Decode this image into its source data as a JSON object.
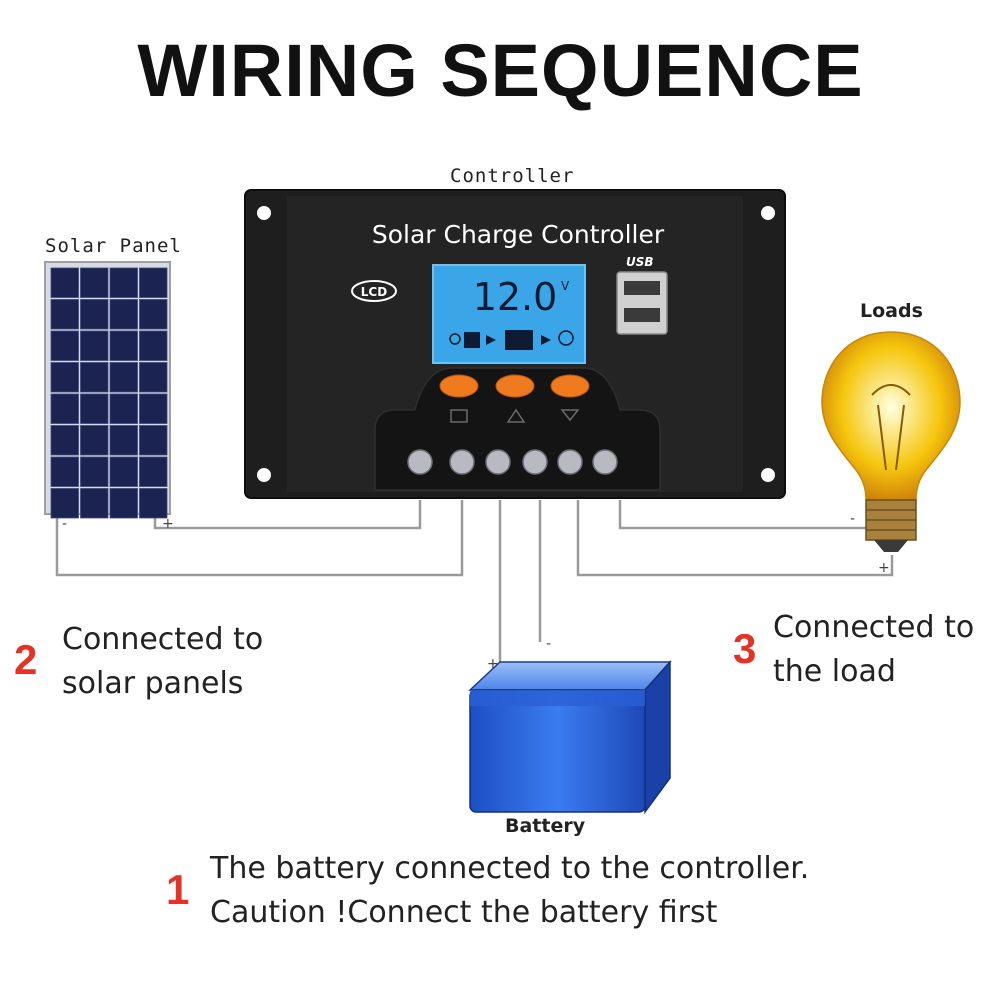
{
  "title": "WIRING SEQUENCE",
  "labels": {
    "controller": "Controller",
    "solar_panel": "Solar Panel",
    "loads": "Loads",
    "battery": "Battery"
  },
  "controller": {
    "name": "Solar Charge Controller",
    "lcd_badge": "LCD",
    "usb_label": "USB",
    "lcd_reading": "12.0",
    "lcd_unit": "V"
  },
  "terminals": {
    "minus": "-",
    "plus": "+"
  },
  "steps": [
    {
      "number": "1",
      "text_line1": "The battery connected to the controller.",
      "text_line2": "Caution !Connect the battery first"
    },
    {
      "number": "2",
      "text_line1": "Connected to",
      "text_line2": "solar panels"
    },
    {
      "number": "3",
      "text_line1": "Connected to",
      "text_line2": "the load"
    }
  ],
  "colors": {
    "step_number": "#e53224",
    "controller_body": "#1e1e1e",
    "lcd_screen": "#3aa6e8",
    "buttons": "#f07a1e",
    "battery": "#2f6fe0"
  }
}
